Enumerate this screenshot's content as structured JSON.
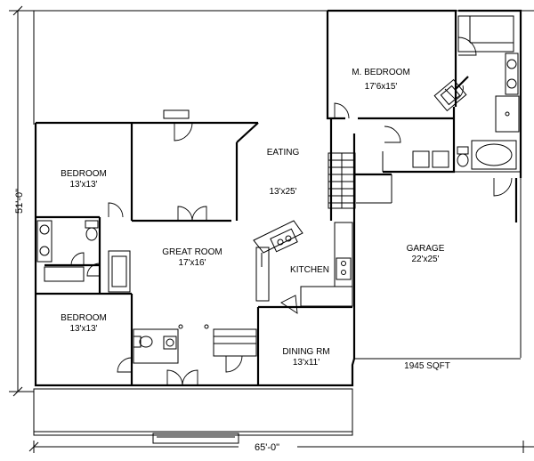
{
  "rooms": {
    "master_bedroom": {
      "name": "M. BEDROOM",
      "size": "17'6x15'"
    },
    "eating": {
      "name": "EATING",
      "size": "13'x25'"
    },
    "bedroom_1": {
      "name": "BEDROOM",
      "size": "13'x13'"
    },
    "great_room": {
      "name": "GREAT ROOM",
      "size": "17'x16'"
    },
    "kitchen": {
      "name": "KITCHEN"
    },
    "garage": {
      "name": "GARAGE",
      "size": "22'x25'"
    },
    "bedroom_2": {
      "name": "BEDROOM",
      "size": "13'x13'"
    },
    "dining": {
      "name": "DINING RM",
      "size": "13'x11'"
    }
  },
  "area": "1945 SQFT",
  "dimensions": {
    "width": "65'-0\"",
    "depth": "51'-0\""
  }
}
